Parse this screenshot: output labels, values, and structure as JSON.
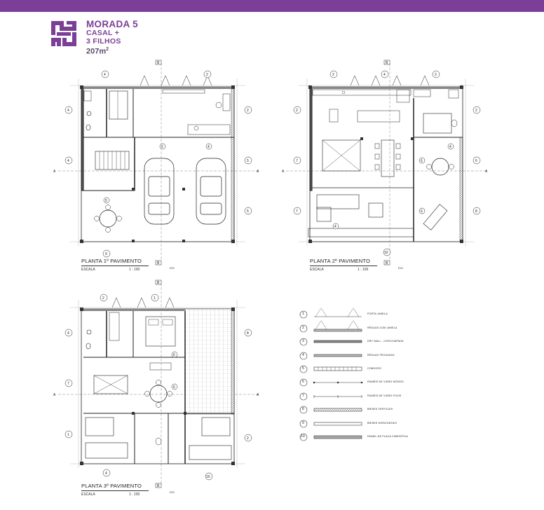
{
  "header": {
    "accent_color": "#7b3f98",
    "title_line1": "MORADA 5",
    "title_line2": "CASAL +",
    "title_line3": "3 FILHOS",
    "area_value": "207m",
    "area_exp": "2"
  },
  "plans": [
    {
      "name": "PLANTA 1º PAVIMENTO",
      "scale_label": "ESCALA",
      "scale_value": "1 : 100"
    },
    {
      "name": "PLANTA 2º PAVIMENTO",
      "scale_label": "ESCALA",
      "scale_value": "1 : 100"
    },
    {
      "name": "PLANTA 3º PAVIMENTO",
      "scale_label": "ESCALA",
      "scale_value": "1 : 100"
    }
  ],
  "section_marks": {
    "a": "A",
    "b": "B",
    "e01": "E01"
  },
  "legend": [
    {
      "num": "1",
      "label": "PORTA JANELA"
    },
    {
      "num": "2",
      "label": "RÉGUAS COM JANELA"
    },
    {
      "num": "3",
      "label": "DRY WALL - C/ROCHAPADA"
    },
    {
      "num": "4",
      "label": "RÉGUAS FECHADAS"
    },
    {
      "num": "5",
      "label": "COBOGÓS"
    },
    {
      "num": "6",
      "label": "PAINÉIS DE VIDRO MÓVEIS"
    },
    {
      "num": "7",
      "label": "PAINÉIS DE VIDRO FIXOS"
    },
    {
      "num": "8",
      "label": "BRISES VERTICAIS"
    },
    {
      "num": "9",
      "label": "BRISES HORIZONTAIS"
    },
    {
      "num": "10",
      "label": "PAINEL DE PLACA CIMENTÍCIA"
    }
  ]
}
